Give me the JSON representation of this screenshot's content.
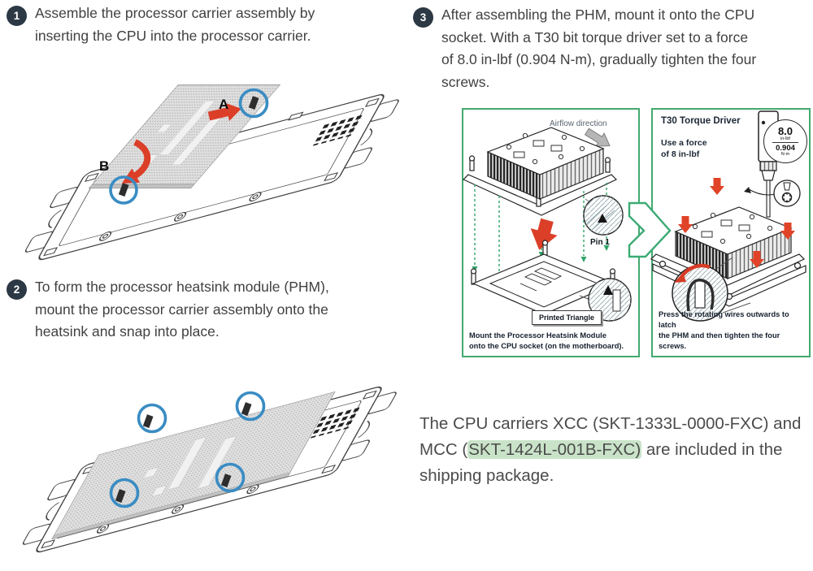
{
  "colors": {
    "panel_border": "#43a96f",
    "highlight_green": "#c9e3c9",
    "arrow_red": "#dc3f28",
    "callout_blue": "#3a8cc3",
    "badge_bg": "#2c3844",
    "dashed_green": "#2fa567",
    "body_text": "#414141"
  },
  "steps": [
    {
      "number": "1",
      "text": "Assemble the processor carrier assembly by\ninserting the CPU into the processor carrier."
    },
    {
      "number": "2",
      "text": "To form the processor heatsink module (PHM),\nmount the processor carrier assembly onto the\nheatsink and snap into place."
    },
    {
      "number": "3",
      "text": "After assembling the PHM, mount it onto the CPU\nsocket. With a T30 bit torque driver set to a force\nof 8.0 in-lbf (0.904 N-m), gradually tighten the four\nscrews."
    }
  ],
  "diagram_insert": {
    "label_a": "A",
    "label_b": "B"
  },
  "panel_mount": {
    "airflow_label": "Airflow direction",
    "pin1_label": "Pin 1",
    "printed_triangle_label": "Printed Triangle",
    "caption": "Mount the Processor Heatsink Module\nonto the CPU socket (on the motherboard)."
  },
  "panel_torque": {
    "title": "T30 Torque Driver",
    "force_note": "Use a force\nof 8 in-lbf",
    "badge": {
      "value_inlbf": "8.0",
      "unit_inlbf": "in-lbf",
      "value_nm": "0.904",
      "unit_nm": "N-m"
    },
    "caption": "Press the rotating wires outwards to latch\nthe PHM and then tighten the four screws."
  },
  "footer": {
    "pre": "The CPU carriers XCC (SKT-1333L-0000-FXC) and\nMCC (",
    "highlight": "SKT-1424L-001B-FXC)",
    "post": " are included in the\nshipping package."
  }
}
